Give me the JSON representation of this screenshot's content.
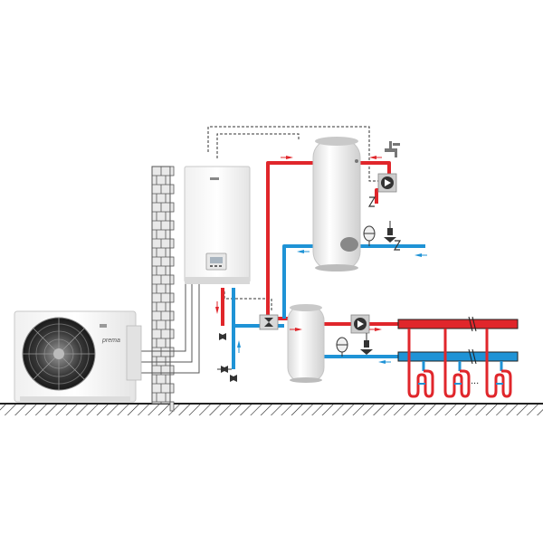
{
  "colors": {
    "hot": "#e0262b",
    "cold": "#1f93d6",
    "wall_fill": "#e9e9e9",
    "wall_line": "#555555",
    "ground": "#222222",
    "control_line": "#333333",
    "equipment_fill": "#f4f4f4",
    "equipment_stroke": "#c8c8c8"
  },
  "outdoor_unit": {
    "logo_text": "prema"
  },
  "indoor_unit": {
    "display_icon": "control-panel-icon"
  },
  "dhw_tank": {
    "type": "domestic-hot-water-cylinder"
  },
  "buffer_tank": {
    "type": "buffer-vessel"
  },
  "icons": [
    "faucet-icon",
    "pump-icon",
    "three-way-valve-icon",
    "expansion-vessel-icon",
    "safety-valve-icon",
    "check-valve-icon",
    "ball-valve-icon",
    "flow-arrow-icon"
  ],
  "underfloor": {
    "ellipsis": "..."
  }
}
